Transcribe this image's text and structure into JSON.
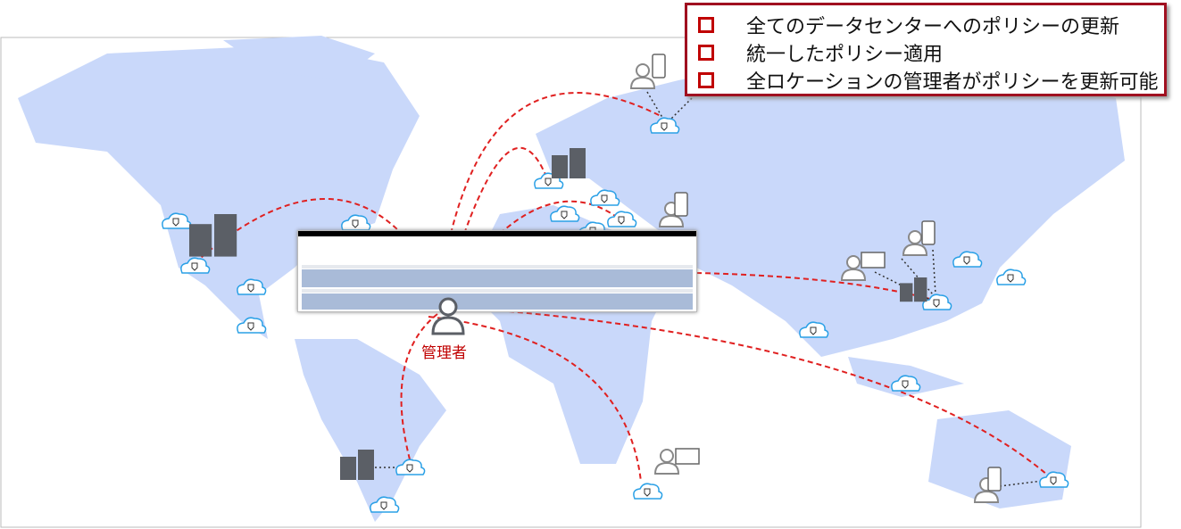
{
  "callout": {
    "items": [
      "全てのデータセンターへのポリシーの更新",
      "統一したポリシー適用",
      "全ロケーションの管理者がポリシーを更新可能"
    ],
    "marker_color": "#c00000",
    "border_color": "#a01020"
  },
  "admin": {
    "label": "管理者",
    "color": "#c00000"
  },
  "colors": {
    "land": "#c9d8fa",
    "ocean": "#ffffff",
    "link": "#e02020",
    "icon": "#5b5f66",
    "cloud": "#2aa0e6"
  }
}
